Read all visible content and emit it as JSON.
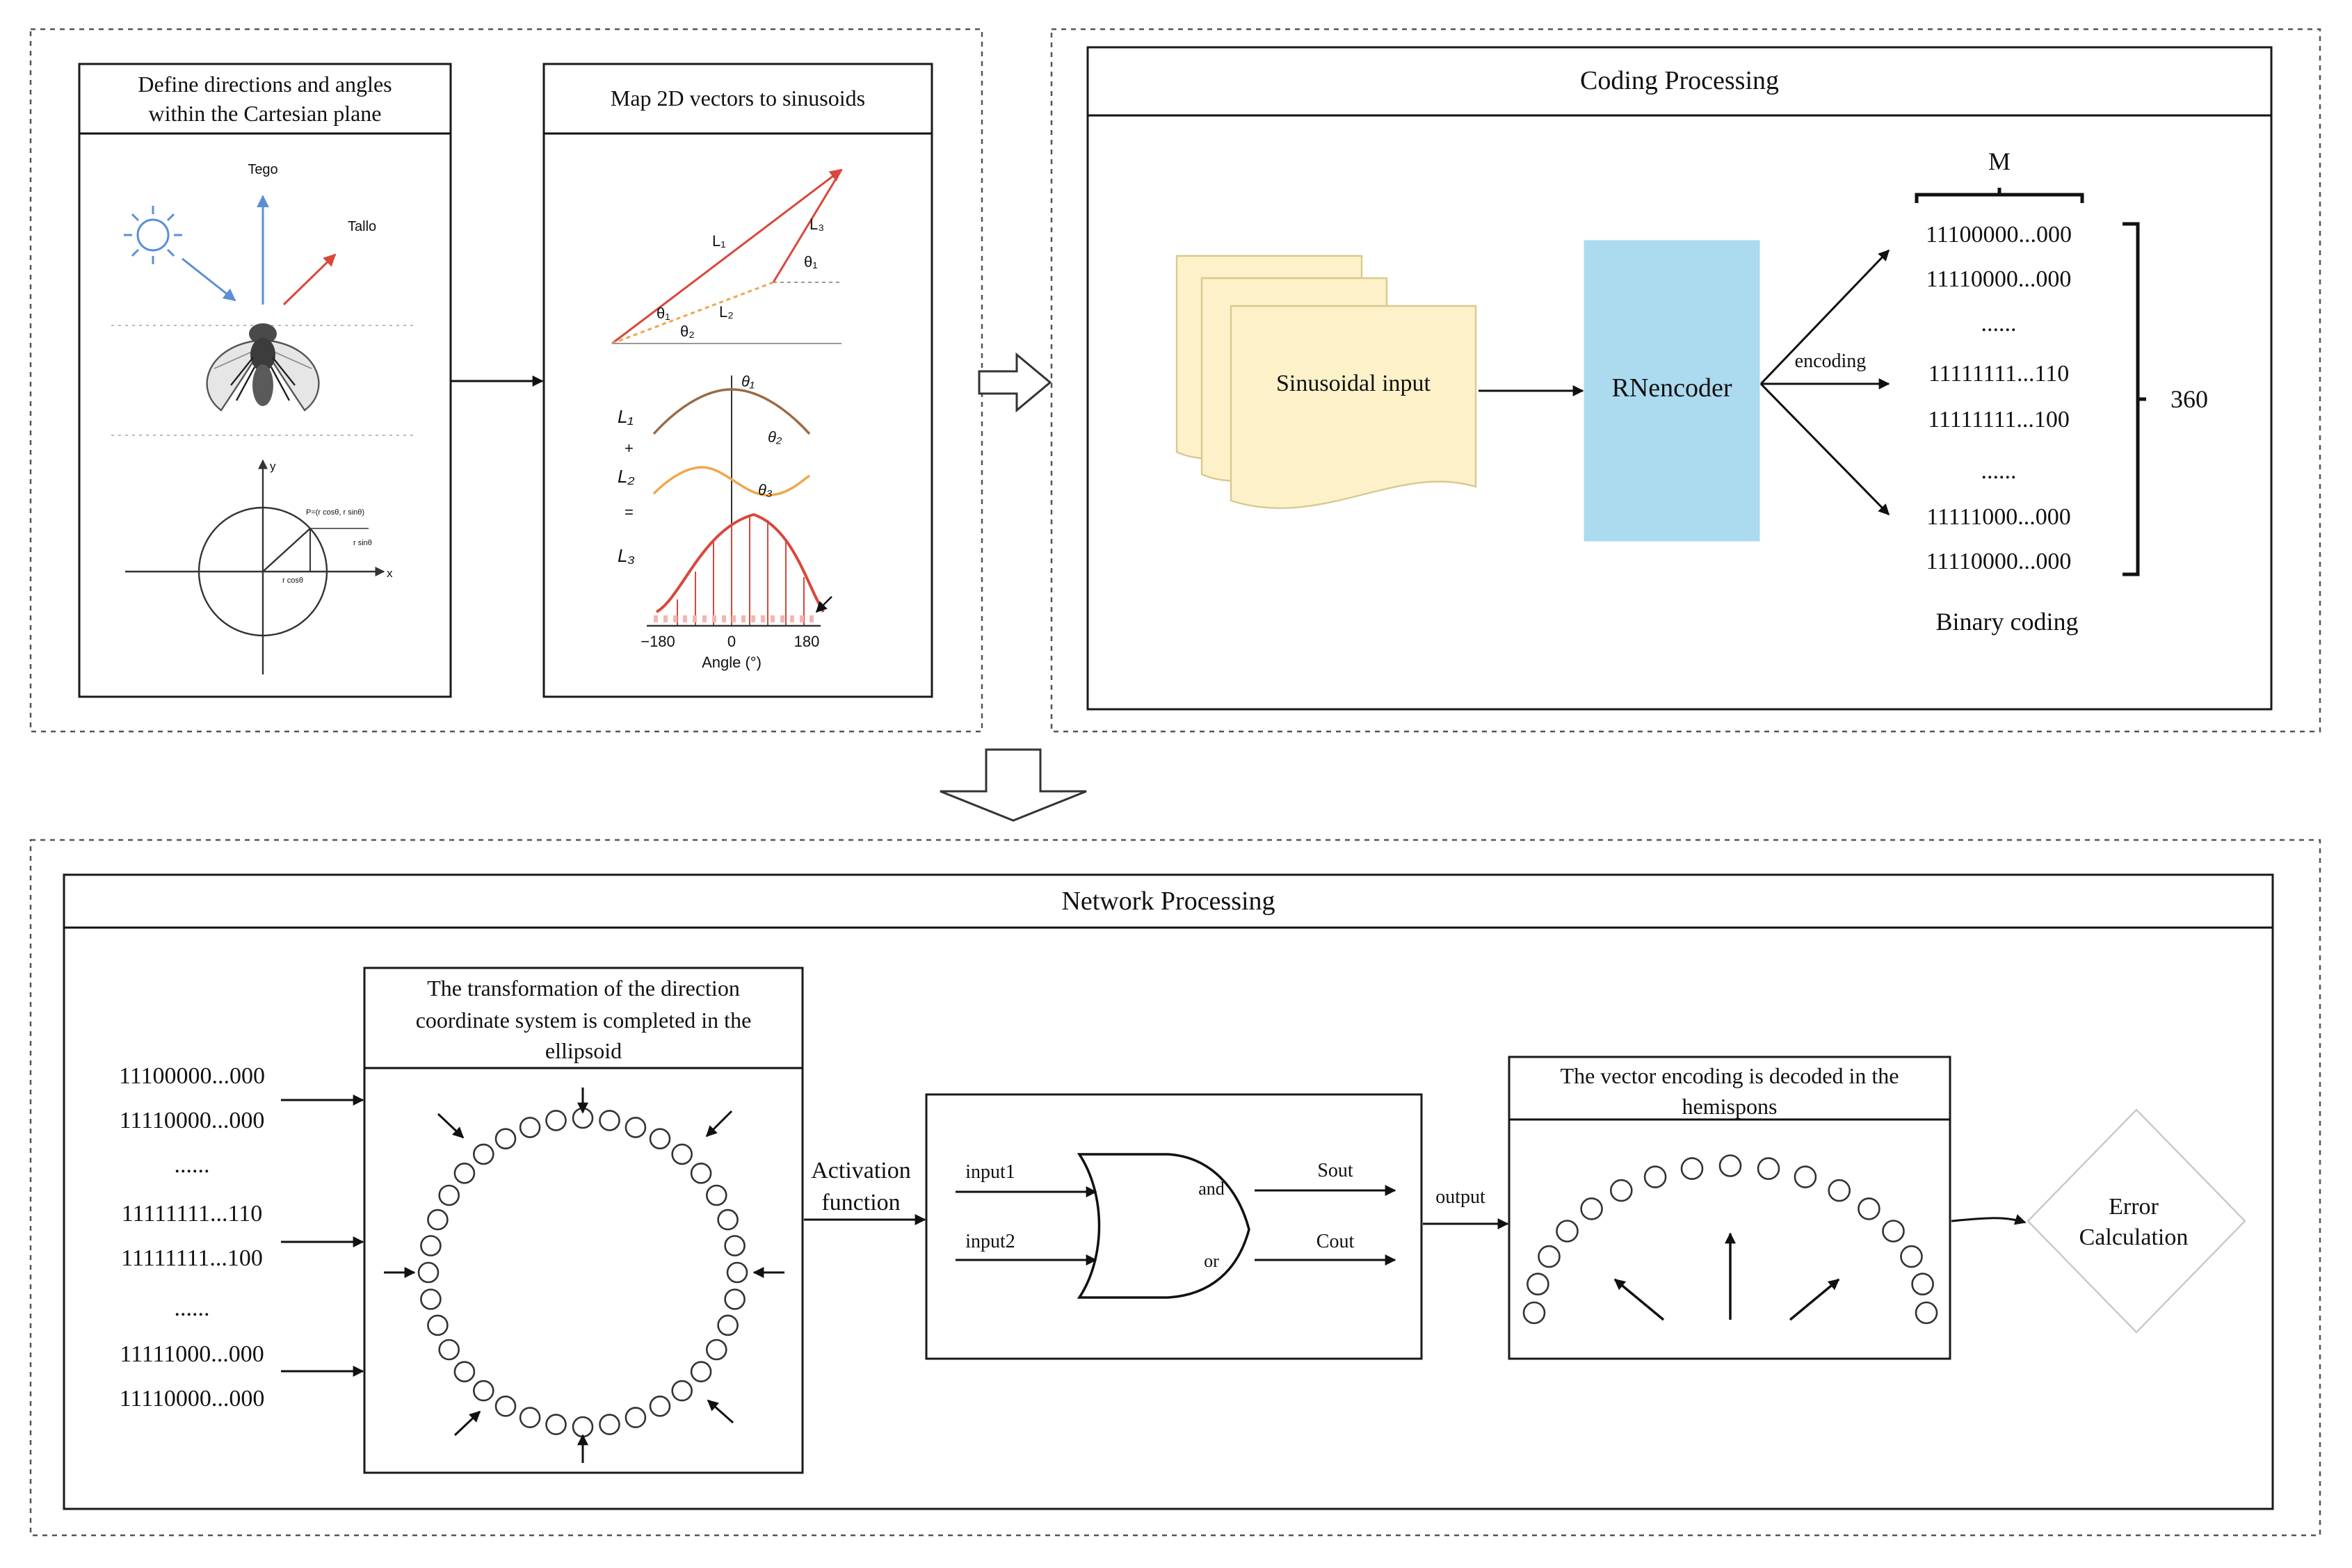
{
  "colors": {
    "paper": "#fdf1c9",
    "paper_stroke": "#d9c98f",
    "encoder": "#acdaef",
    "red": "#d9473c",
    "blue": "#5a8fd6",
    "brown": "#9a6b45",
    "orange": "#f0a64a"
  },
  "panel1": {
    "title_lines": [
      "Define directions and angles",
      "within the Cartesian plane"
    ]
  },
  "panel1_fig": {
    "label_up": "Tego",
    "label_diag": "Tallo",
    "axis_y": "y",
    "axis_x": "x",
    "point_label": "P=(r cosθ, r sinθ)",
    "rsin_label": "r sinθ",
    "rcos_label": "r cosθ"
  },
  "panel2": {
    "title": "Map 2D vectors to sinusoids"
  },
  "panel2_fig": {
    "L1": "L₁",
    "L3": "L₃",
    "L2": "L₂",
    "theta1": "θ₁",
    "theta2": "θ₂",
    "theta3": "θ₃",
    "curve_L1": "L₁",
    "curve_L2": "L₂",
    "curve_L3": "L₃",
    "plus": "+",
    "equals": "=",
    "tick_left": "−180",
    "tick_mid": "0",
    "tick_right": "180",
    "xlabel": "Angle (°)"
  },
  "coding": {
    "title": "Coding Processing",
    "input_label": "Sinusoidal input",
    "encoder_label": "RNencoder",
    "encoding_label": "encoding",
    "m_label": "M",
    "count_label": "360",
    "caption": "Binary coding",
    "codes": [
      "11100000...000",
      "11110000...000",
      "......",
      "11111111...110",
      "11111111...100",
      "......",
      "11111000...000",
      "11110000...000"
    ]
  },
  "network": {
    "title": "Network Processing",
    "codes": [
      "11100000...000",
      "11110000...000",
      "......",
      "11111111...110",
      "11111111...100",
      "......",
      "11111000...000",
      "11110000...000"
    ],
    "ellipsoid_title": [
      "The transformation of the direction",
      "coordinate system is completed in the",
      "ellipsoid"
    ],
    "activation_label": [
      "Activation",
      "function"
    ],
    "gate": {
      "in1": "input1",
      "in2": "input2",
      "and": "and",
      "or": "or",
      "out1": "Sout",
      "out2": "Cout"
    },
    "output_label": "output",
    "hemi_title": [
      "The vector encoding is decoded in the",
      "hemispons"
    ],
    "error_label": [
      "Error",
      "Calculation"
    ]
  }
}
